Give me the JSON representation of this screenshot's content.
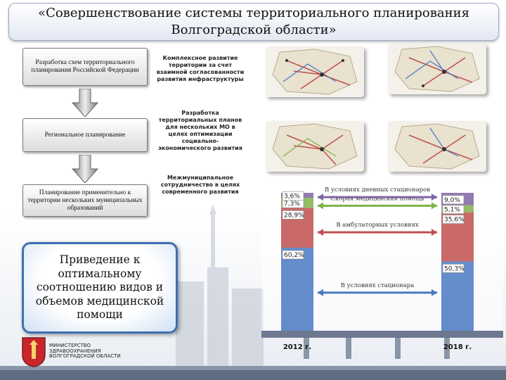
{
  "title": {
    "line1": "«Совершенствование системы территориального планирования",
    "line2": "Волгоградской области»"
  },
  "flow": [
    {
      "label": "Разработка схем территориального планирования Российской Федерации",
      "desc": "Комплексное развитие территории за счет взаимной согласованности развития инфраструктуры"
    },
    {
      "label": "Региональное планирование",
      "desc": "Разработка территориальных планов для нескольких МО в целях оптимизации социально-экономического развития"
    },
    {
      "label": "Планирование применительно к территории нескольких муниципальных образований",
      "desc": "Межмуниципальное сотрудничество в целях современного развития"
    }
  ],
  "bubble": "Приведение к оптимальному соотношению видов и объемов медицинской помощи",
  "ministry": {
    "line1": "МИНИСТЕРСТВО",
    "line2": "ЗДРАВООХРАНЕНИЯ",
    "line3": "ВОЛГОГРАДСКОЙ ОБЛАСТИ"
  },
  "chart_data": {
    "type": "bar",
    "stacked": true,
    "categories": [
      "2012 г.",
      "2018 г."
    ],
    "series": [
      {
        "name": "В условиях стационара",
        "values": [
          60.2,
          50.3
        ],
        "labels": [
          "60,2%",
          "50,3%"
        ],
        "color": "#4a78c2"
      },
      {
        "name": "В амбулаторных условиях",
        "values": [
          28.9,
          35.6
        ],
        "labels": [
          "28,9%",
          "35,6%"
        ],
        "color": "#c0504d"
      },
      {
        "name": "Скорая медицинская помощь",
        "values": [
          7.3,
          5.1
        ],
        "labels": [
          "7,3%",
          "5,1%"
        ],
        "color": "#7fb24a"
      },
      {
        "name": "В условиях дневных стационаров",
        "values": [
          3.6,
          9.0
        ],
        "labels": [
          "3,6%",
          "9,0%"
        ],
        "color": "#8064a2"
      }
    ],
    "ylim": [
      0,
      100
    ]
  }
}
